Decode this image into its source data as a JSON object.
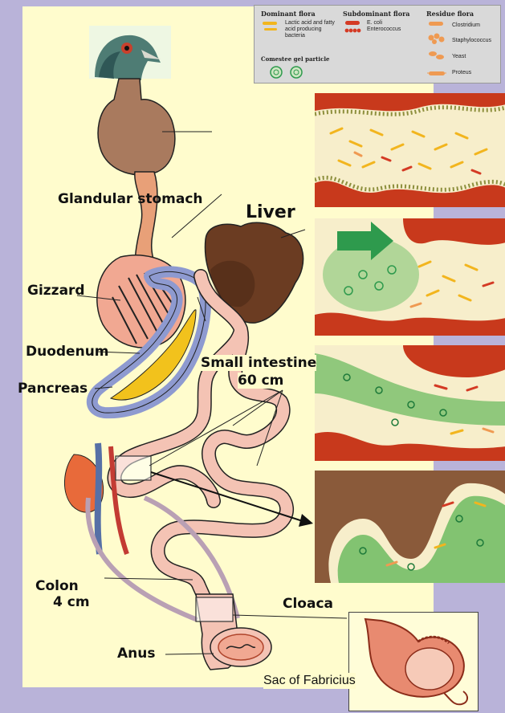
{
  "legend": {
    "dominant_flora": {
      "heading": "Dominant flora",
      "item": "Lactic acid and fatty acid producing bacteria"
    },
    "comestible_gel_particle": "Comestee gel particle",
    "subdominant_flora": {
      "heading": "Subdominant flora",
      "items": [
        "E. coli",
        "Enterococcus"
      ]
    },
    "residue_flora": {
      "heading": "Residue flora",
      "items": [
        "Clostridium",
        "Staphylococcus",
        "Yeast",
        "Proteus"
      ]
    }
  },
  "labels": {
    "glandular_stomach": "Glandular stomach",
    "liver": "Liver",
    "gizzard": "Gizzard",
    "duodenum": "Duodenum",
    "pancreas": "Pancreas",
    "small_intestine": "Small intestine",
    "small_intestine_length": "60 cm",
    "colon": "Colon",
    "colon_length": "4 cm",
    "cloaca": "Cloaca",
    "anus": "Anus",
    "sac_of_fabricius": "Sac of Fabricius"
  },
  "colors": {
    "background": "#b9b3d9",
    "panel": "#fffccd",
    "crop": "#a97a5e",
    "stomach": "#e8a078",
    "intestine": "#f4c3b4",
    "liver": "#6b3c22",
    "duodenum_loop": "#8e9ad0",
    "pancreas": "#f2c21c",
    "dominant_flora": "#f2b51e",
    "subdominant_flora": "#d43a24",
    "residue_flora": "#ef9a52",
    "gel_particle": "#2e9a4d",
    "mucosa_red": "#c8391c"
  }
}
